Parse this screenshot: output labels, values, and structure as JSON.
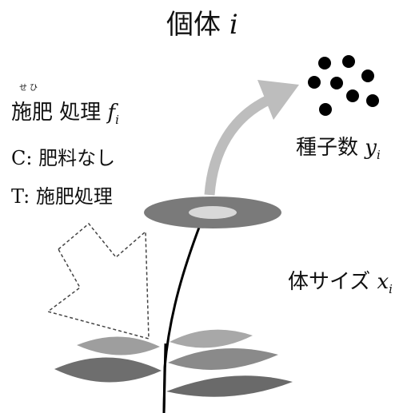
{
  "title": {
    "main": "個体",
    "var": "i"
  },
  "fertilizer": {
    "ruby": "せひ",
    "label": "施肥 処理",
    "var": "f",
    "sub": "i",
    "conditions": [
      {
        "code": "C:",
        "text": "肥料なし"
      },
      {
        "code": "T:",
        "text": "施肥処理"
      }
    ]
  },
  "seeds": {
    "label": "種子数",
    "var": "y",
    "sub": "i"
  },
  "size": {
    "label": "体サイズ",
    "var": "x",
    "sub": "i"
  },
  "colors": {
    "flower_outer": "#7a7a7a",
    "flower_center": "#d8d8d8",
    "arrow": "#bdbdbd",
    "leaf_dark": "#6e6e6e",
    "leaf_light": "#a8a8a8",
    "seed": "#000000"
  }
}
